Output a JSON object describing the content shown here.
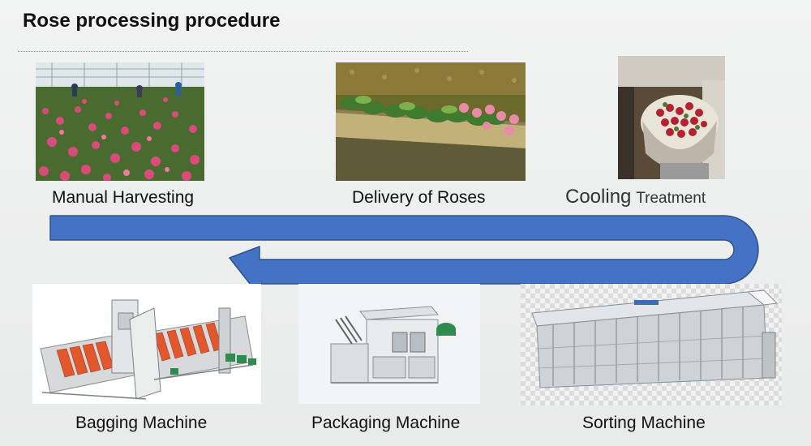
{
  "title": "Rose processing procedure",
  "steps": {
    "harvesting": "Manual Harvesting",
    "delivery": "Delivery of Roses",
    "cooling_main": "Cooling",
    "cooling_sub": "Treatment",
    "bagging": "Bagging Machine",
    "packaging": "Packaging Machine",
    "sorting": "Sorting Machine"
  },
  "colors": {
    "arrow_fill": "#4472c4",
    "arrow_stroke": "#2f528f",
    "machine_orange": "#e2572b",
    "machine_green": "#2e8b4f"
  }
}
